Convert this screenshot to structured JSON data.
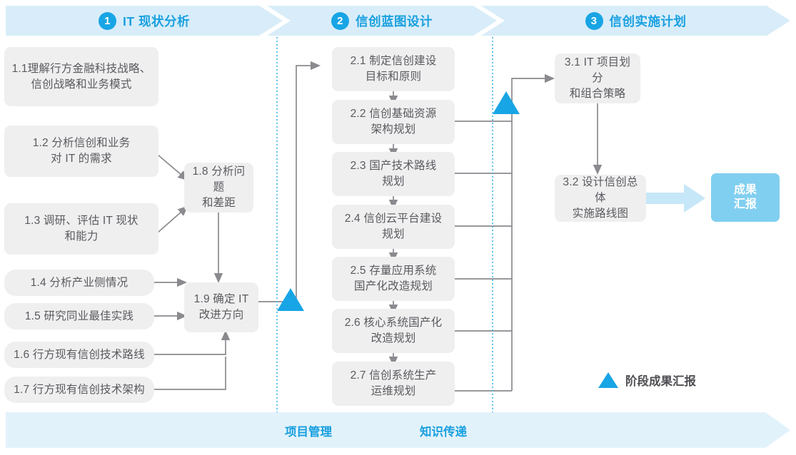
{
  "phases": [
    {
      "num": "1",
      "label": "IT 现状分析"
    },
    {
      "num": "2",
      "label": "信创蓝图设计"
    },
    {
      "num": "3",
      "label": "信创实施计划"
    }
  ],
  "phase1_tasks": [
    {
      "id": "1.1",
      "text": "1.1理解行方金融科技战略、\n信创战略和业务模式"
    },
    {
      "id": "1.2",
      "text": "1.2 分析信创和业务\n对 IT 的需求"
    },
    {
      "id": "1.3",
      "text": "1.3 调研、评估 IT 现状\n和能力"
    },
    {
      "id": "1.4",
      "text": "1.4 分析产业侧情况"
    },
    {
      "id": "1.5",
      "text": "1.5 研究同业最佳实践"
    },
    {
      "id": "1.6",
      "text": "1.6 行方现有信创技术路线"
    },
    {
      "id": "1.7",
      "text": "1.7 行方现有信创技术架构"
    },
    {
      "id": "1.8",
      "text": "1.8 分析问题\n和差距"
    },
    {
      "id": "1.9",
      "text": "1.9 确定 IT\n改进方向"
    }
  ],
  "phase2_tasks": [
    {
      "id": "2.1",
      "text": "2.1 制定信创建设\n目标和原则"
    },
    {
      "id": "2.2",
      "text": "2.2 信创基础资源\n架构规划"
    },
    {
      "id": "2.3",
      "text": "2.3 国产技术路线\n规划"
    },
    {
      "id": "2.4",
      "text": "2.4 信创云平台建设\n规划"
    },
    {
      "id": "2.5",
      "text": "2.5 存量应用系统\n国产化改造规划"
    },
    {
      "id": "2.6",
      "text": "2.6 核心系统国产化\n改造规划"
    },
    {
      "id": "2.7",
      "text": "2.7 信创系统生产\n运维规划"
    }
  ],
  "phase3_tasks": [
    {
      "id": "3.1",
      "text": "3.1 IT 项目划分\n和组合策略"
    },
    {
      "id": "3.2",
      "text": "3.2 设计信创总体\n实施路线图"
    }
  ],
  "outcome": {
    "text": "成果\n汇报"
  },
  "legend": {
    "label": "阶段成果汇报"
  },
  "footer": {
    "labels": [
      "项目管理",
      "知识传递"
    ]
  },
  "colors": {
    "accent": "#18a5e5",
    "band": "#d8edf9",
    "footer_band": "#e2f2fb",
    "node": "#efeff0",
    "outcome": "#81cff0",
    "wire": "#8a8a8f",
    "dotted": "#3fb6e8",
    "text": "#5a5a5f"
  }
}
